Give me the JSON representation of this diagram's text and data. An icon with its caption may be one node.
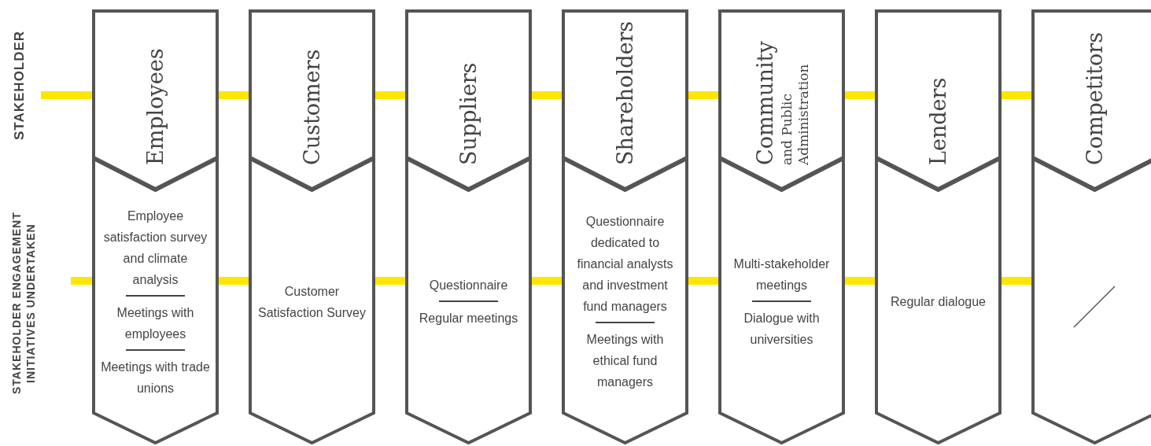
{
  "diagram": {
    "nodes": [
      {
        "text": [
          "Employees"
        ]
      },
      {
        "text": [
          "Customers"
        ]
      },
      {
        "text": [
          "Suppliers"
        ]
      },
      {
        "text": [
          "Shareholders"
        ]
      },
      {
        "text": [
          "Community",
          "and Public Administration"
        ]
      },
      {
        "text": [
          "Lenders"
        ]
      },
      {
        "text": [
          "Competitors"
        ]
      },
      {
        "text": [
          "Employee satisfaction survey and climate analysis",
          "Meetings with employees",
          "Meetings with trade unions"
        ]
      },
      {
        "text": [
          "Customer Satisfaction Survey"
        ]
      },
      {
        "text": [
          "Questionnaire",
          "Regular meetings"
        ]
      },
      {
        "text": [
          "Questionnaire dedicated to financial analysts and investment fund managers",
          "Meetings with ethical fund managers"
        ]
      },
      {
        "text": [
          "Multi-stakeholder meetings",
          "Dialogue with universities"
        ]
      },
      {
        "text": [
          "Regular dialogue"
        ]
      },
      {
        "text": [],
        "shape": "box"
      }
    ],
    "edges": [
      {
        "from": null,
        "to": 0,
        "arrow": "none",
        "color": "#ffe600"
      },
      {
        "from": 0,
        "to": 1,
        "arrow": "none",
        "color": "#ffe600"
      },
      {
        "from": 1,
        "to": 2,
        "arrow": "none",
        "color": "#ffe600"
      },
      {
        "from": 2,
        "to": 3,
        "arrow": "none",
        "color": "#ffe600"
      },
      {
        "from": 3,
        "to": 4,
        "arrow": "none",
        "color": "#ffe600"
      },
      {
        "from": 4,
        "to": 5,
        "arrow": "none",
        "color": "#ffe600"
      },
      {
        "from": 5,
        "to": 6,
        "arrow": "none",
        "color": "#ffe600"
      },
      {
        "from": null,
        "to": 7,
        "arrow": "none",
        "color": "#ffe600"
      },
      {
        "from": 7,
        "to": 8,
        "arrow": "none",
        "color": "#ffe600"
      },
      {
        "from": 8,
        "to": 9,
        "arrow": "none",
        "color": "#ffe600"
      },
      {
        "from": 9,
        "to": 10,
        "arrow": "none",
        "color": "#ffe600"
      },
      {
        "from": 10,
        "to": 11,
        "arrow": "none",
        "color": "#ffe600"
      },
      {
        "from": 11,
        "to": 12,
        "arrow": "none",
        "color": "#ffe600"
      },
      {
        "from": 12,
        "to": 13,
        "arrow": "none",
        "color": "#ffe600"
      }
    ],
    "labels": [
      "STAKEHOLDER",
      "STAKEHOLDER ENGAGEMENT INITIATIVES UNDERTAKEN"
    ]
  }
}
